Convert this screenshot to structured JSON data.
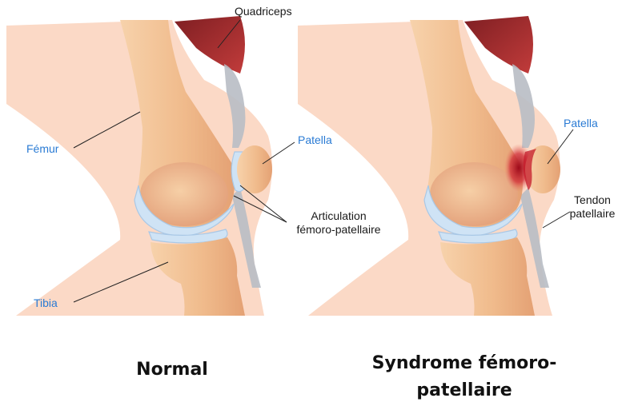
{
  "colors": {
    "skin": "#fbd9c6",
    "bone": "#f2c295",
    "bone_dark": "#e6a77a",
    "cartilage": "#cfe3f5",
    "muscle": "#9c2b2e",
    "tendon": "#b8bcc4",
    "label_blue": "#2a7bd4",
    "inflammation": "#c41a2a"
  },
  "labels": {
    "quadriceps": "Quadriceps",
    "femur": "Fémur",
    "patella_left": "Patella",
    "patella_right": "Patella",
    "articulation_line1": "Articulation",
    "articulation_line2": "fémoro-patellaire",
    "tibia": "Tibia",
    "tendon_line1": "Tendon",
    "tendon_line2": "patellaire"
  },
  "captions": {
    "normal": "Normal",
    "syndrome_line1": "Syndrome fémoro-",
    "syndrome_line2": "patellaire"
  }
}
